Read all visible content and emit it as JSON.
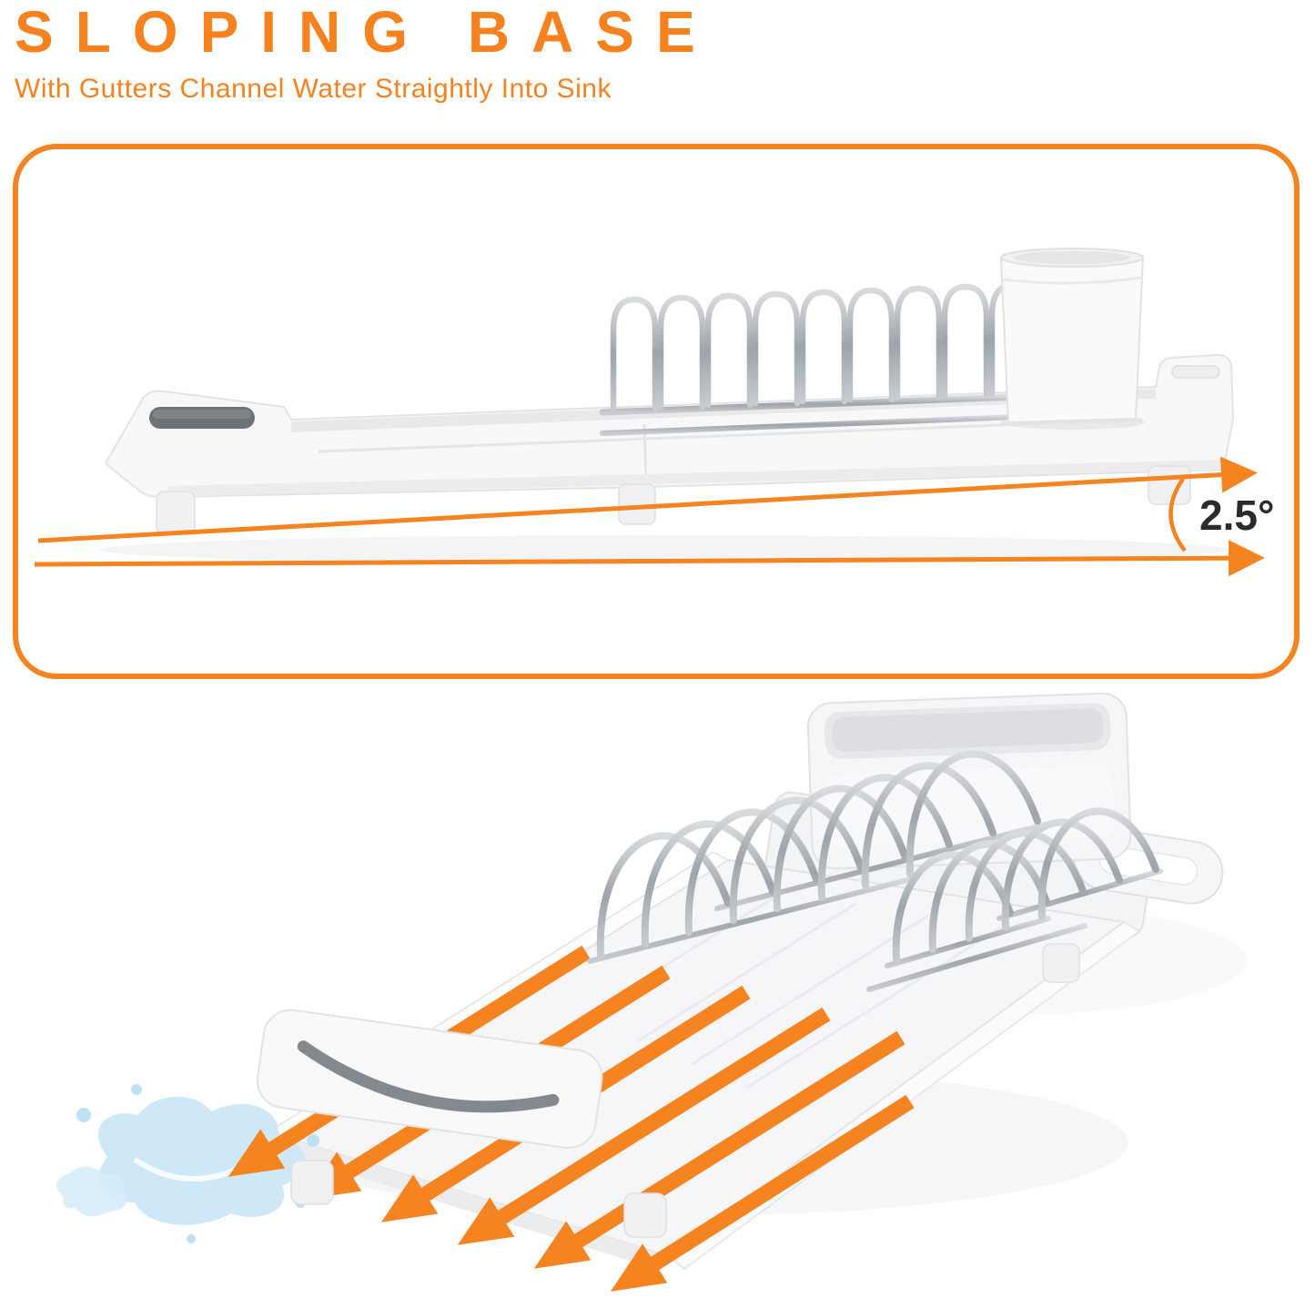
{
  "header": {
    "title": "SLOPING BASE",
    "subtitle": "With Gutters Channel Water Straightly Into Sink"
  },
  "side_view": {
    "angle_label": "2.5°"
  },
  "colors": {
    "accent_orange": "#F5831F",
    "title_orange": "#F5821F",
    "angle_text": "#2B2B2B",
    "chrome_gray": "#A9AEB4",
    "rack_white": "#F8F8F9",
    "handle_gray": "#84898F",
    "water_blue": "#C9E6F6"
  }
}
